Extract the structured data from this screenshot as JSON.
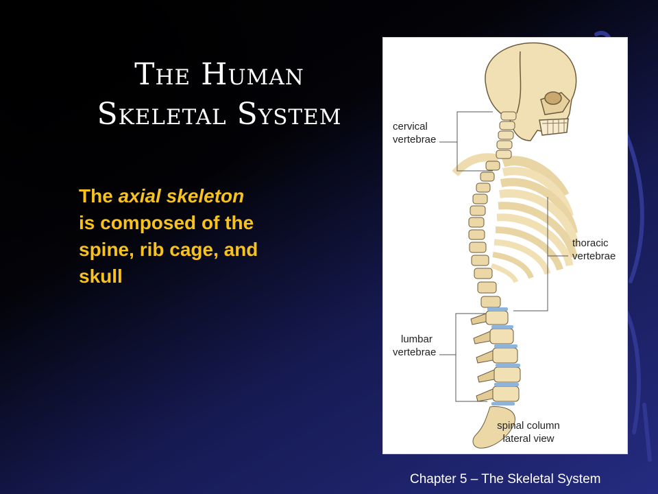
{
  "slide": {
    "title_line1": "The Human",
    "title_line2": "Skeletal System",
    "body": {
      "part1": "The ",
      "part2": "axial",
      "part3": " ",
      "part4": "skeleton",
      "part5": " is composed of the spine, rib cage, and skull"
    },
    "colors": {
      "title": "#ffffff",
      "body": "#f7c21d",
      "bone": "#f1e0b4",
      "disc": "#8fb4dc"
    },
    "figure": {
      "labels": {
        "cervical_line1": "cervical",
        "cervical_line2": "vertebrae",
        "thoracic_line1": "thoracic",
        "thoracic_line2": "vertebrae",
        "lumbar_line1": "lumbar",
        "lumbar_line2": "vertebrae",
        "view_line1": "spinal column",
        "view_line2": "lateral view"
      }
    },
    "footer": "Chapter 5 – The Skeletal System"
  }
}
